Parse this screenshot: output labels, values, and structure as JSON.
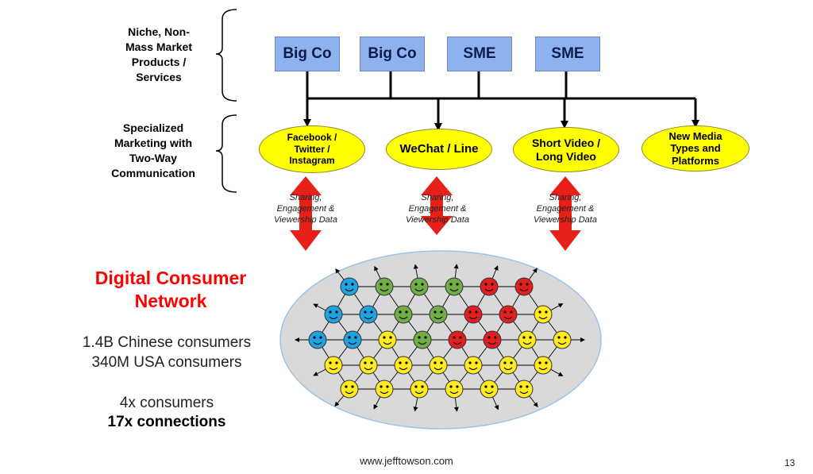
{
  "side_labels": {
    "products": "Niche, Non-\nMass Market\nProducts /\nServices",
    "marketing": "Specialized\nMarketing with\nTwo-Way\nCommunication"
  },
  "companies": [
    "Big Co",
    "Big Co",
    "SME",
    "SME"
  ],
  "channels": [
    "Facebook /\nTwitter /\nInstagram",
    "WeChat / Line",
    "Short Video /\nLong Video",
    "New Media\nTypes and\nPlatforms"
  ],
  "sharing_label": "Sharing,\nEngagement &\nViewership Data",
  "network": {
    "title": "Digital Consumer\nNetwork",
    "stat_1": "1.4B Chinese consumers",
    "stat_2": "340M USA consumers",
    "stat_3": "4x consumers",
    "stat_4": "17x connections",
    "rows": [
      [
        "blue",
        "green",
        "green",
        "green",
        "red",
        "red"
      ],
      [
        "blue",
        "blue",
        "green",
        "green",
        "red",
        "red",
        "yellow"
      ],
      [
        "blue",
        "blue",
        "yellow",
        "green",
        "red",
        "red",
        "yellow",
        "yellow"
      ],
      [
        "yellow",
        "yellow",
        "yellow",
        "yellow",
        "yellow",
        "yellow",
        "yellow"
      ],
      [
        "yellow",
        "yellow",
        "yellow",
        "yellow",
        "yellow",
        "yellow"
      ]
    ]
  },
  "colors": {
    "blue": "#1fa2e0",
    "green": "#70ad47",
    "red": "#e31e1e",
    "yellow": "#ffeb1f",
    "company_box": "#8eb2ee",
    "channel_oval": "#ffff00",
    "arrow": "#e8201a",
    "network_oval": "#d9d9d9"
  },
  "footer": {
    "url": "www.jefftowson.com",
    "page": "13"
  }
}
